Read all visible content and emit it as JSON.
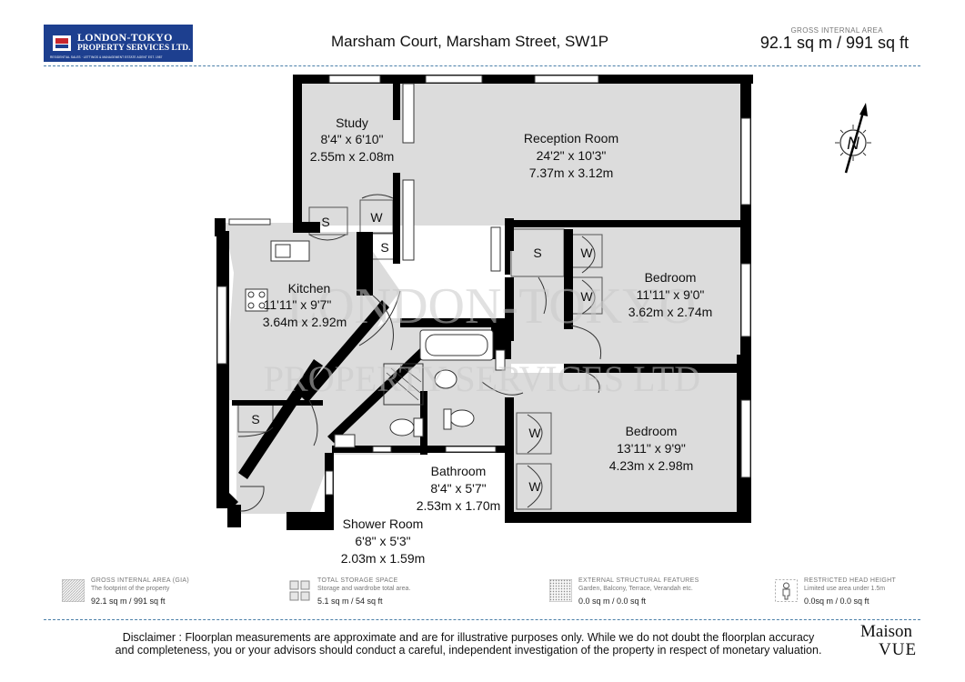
{
  "header": {
    "logo_line1": "LONDON-TOKYO",
    "logo_line2": "PROPERTY SERVICES LTD.",
    "logo_line3": "RESIDENTIAL SALES · LETTINGS & MANAGEMENT ESTATE AGENT EST. 1987",
    "address": "Marsham Court, Marsham Street, SW1P",
    "gia_label": "GROSS INTERNAL AREA",
    "gia_value": "92.1 sq m / 991 sq ft"
  },
  "compass": {
    "label": "N"
  },
  "watermark": {
    "line1": "LONDON-TOKYO",
    "line2": "PROPERTY SERVICES LTD"
  },
  "rooms": {
    "study": {
      "name": "Study",
      "imperial": "8'4\" x 6'10\"",
      "metric": "2.55m x 2.08m"
    },
    "reception": {
      "name": "Reception Room",
      "imperial": "24'2\" x 10'3\"",
      "metric": "7.37m x 3.12m"
    },
    "kitchen": {
      "name": "Kitchen",
      "imperial": "11'11\" x 9'7\"",
      "metric": "3.64m x 2.92m"
    },
    "bedroom1": {
      "name": "Bedroom",
      "imperial": "11'11\" x 9'0\"",
      "metric": "3.62m x 2.74m"
    },
    "bedroom2": {
      "name": "Bedroom",
      "imperial": "13'11\" x 9'9\"",
      "metric": "4.23m x 2.98m"
    },
    "bathroom": {
      "name": "Bathroom",
      "imperial": "8'4\" x 5'7\"",
      "metric": "2.53m x 1.70m"
    },
    "shower": {
      "name": "Shower Room",
      "imperial": "6'8\" x 5'3\"",
      "metric": "2.03m x 1.59m"
    }
  },
  "tags": {
    "storage": "S",
    "wardrobe": "W"
  },
  "legend": [
    {
      "title": "GROSS INTERNAL AREA (GIA)",
      "desc": "The footprint of the property",
      "value": "92.1 sq m / 991 sq ft"
    },
    {
      "title": "TOTAL STORAGE SPACE",
      "desc": "Storage and wardrobe total area.",
      "value": "5.1 sq m / 54 sq ft"
    },
    {
      "title": "EXTERNAL STRUCTURAL FEATURES",
      "desc": "Garden, Balcony, Terrace, Verandah etc.",
      "value": "0.0 sq m / 0.0 sq ft"
    },
    {
      "title": "RESTRICTED HEAD HEIGHT",
      "desc": "Limited use area under 1.5m",
      "value": "0.0sq m / 0.0 sq ft"
    }
  ],
  "footer": {
    "disclaimer_line1": "Disclaimer : Floorplan measurements are approximate and are for illustrative purposes only. While we do not doubt the floorplan accuracy",
    "disclaimer_line2": "and completeness, you or your advisors should conduct a careful, independent investigation of the property in respect of monetary valuation.",
    "brand_line1": "Maison",
    "brand_line2": "VUE"
  },
  "colors": {
    "floor": "#dcdcdc",
    "wall": "#000000",
    "logo_bg": "#1d3f8f",
    "dash": "#4a7fa8"
  }
}
